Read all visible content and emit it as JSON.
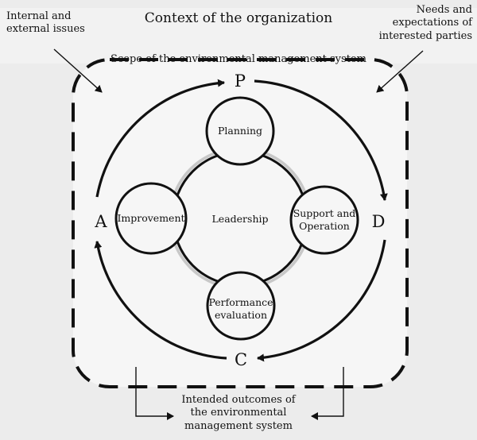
{
  "diagram": {
    "context_title": "Context of the organization",
    "internal_issues": [
      "Internal and",
      "external issues"
    ],
    "needs_expectations": [
      "Needs and",
      "expectations of",
      "interested parties"
    ],
    "scope": "Scope of the environmental management system",
    "pdca": {
      "p": "P",
      "d": "D",
      "c": "C",
      "a": "A"
    },
    "stages": {
      "planning": "Planning",
      "support": [
        "Support and",
        "Operation"
      ],
      "performance": [
        "Performance",
        "evaluation"
      ],
      "improvement": "Improvement",
      "leadership": "Leadership"
    },
    "outcomes": [
      "Intended outcomes of",
      "the environmental",
      "management system"
    ],
    "colors": {
      "background": "#ececec",
      "panel": "#f6f6f6",
      "stroke": "#111111",
      "gray_ring": "#c8c8c8"
    }
  }
}
